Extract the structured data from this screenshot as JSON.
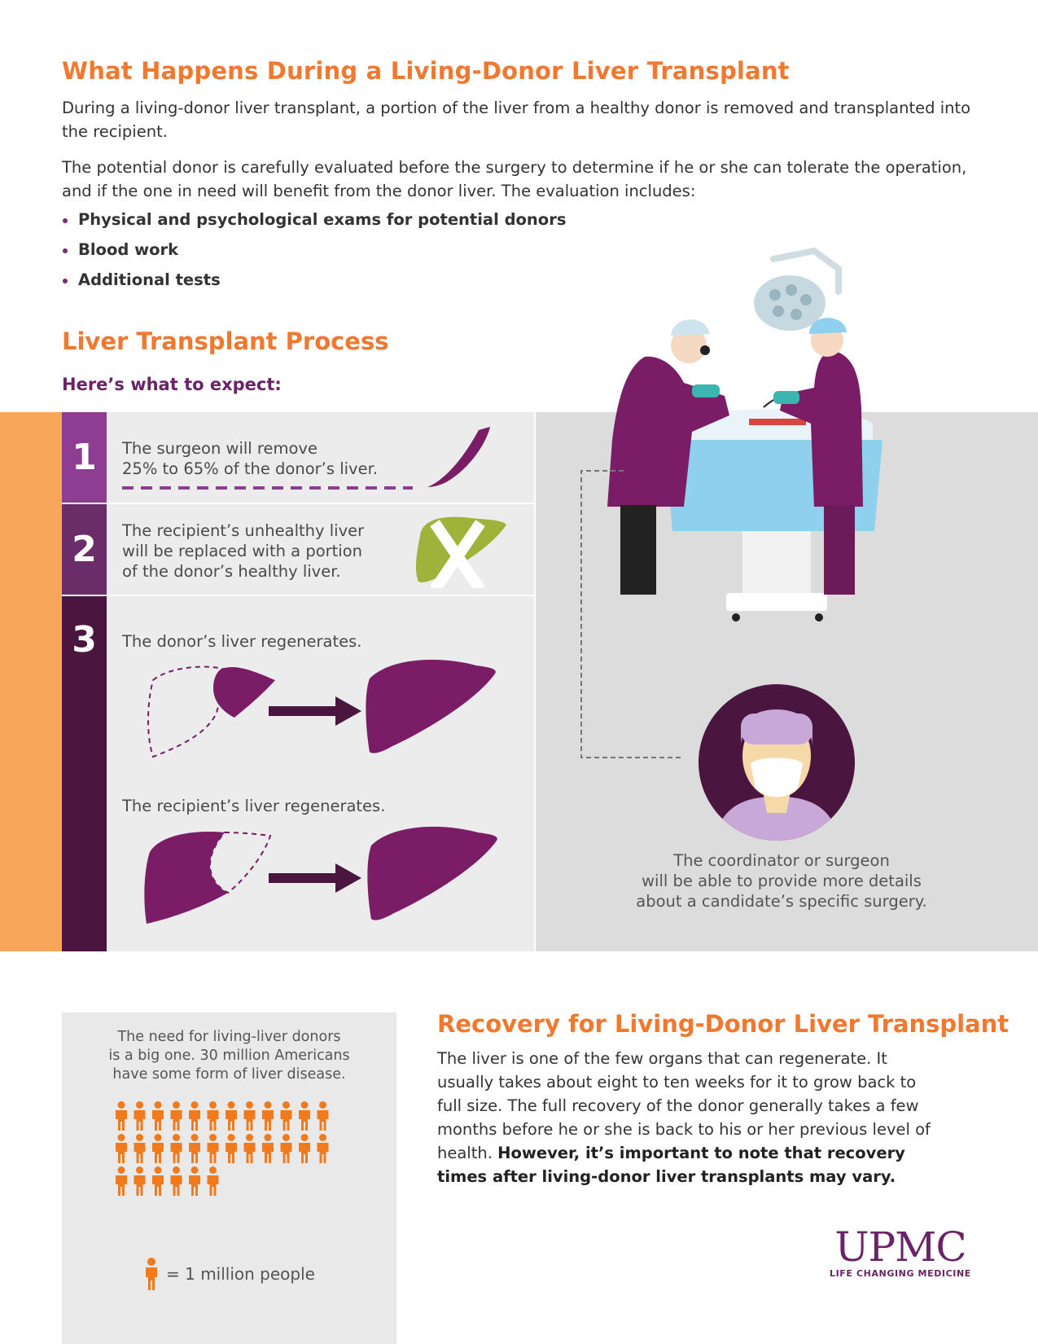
{
  "header": {
    "title": "What Happens During a Living-Donor Liver Transplant",
    "intro_1": "During a living-donor liver transplant, a portion of the liver from a healthy donor is removed and transplanted into the recipient.",
    "intro_2": "The potential donor is carefully evaluated before the surgery to determine if he or she can tolerate the operation, and if the one in need will benefit from the donor liver. The evaluation includes:",
    "bullets": [
      "Physical and psychological exams for potential donors",
      "Blood work",
      "Additional tests"
    ]
  },
  "process": {
    "title": "Liver Transplant Process",
    "subtitle": "Here’s what to expect:",
    "steps": [
      {
        "number": "1",
        "lines": [
          "The surgeon will remove",
          "25% to 65% of the donor’s liver."
        ]
      },
      {
        "number": "2",
        "lines": [
          "The recipient’s unhealthy liver",
          "will be replaced with a portion",
          "of the donor’s healthy liver."
        ]
      },
      {
        "number": "3",
        "donor_line": "The donor’s liver regenerates.",
        "recipient_line": "The recipient’s liver regenerates."
      }
    ],
    "coordinator_lines": [
      "The coordinator or surgeon",
      "will be able to provide more details",
      "about a candidate’s specific surgery."
    ]
  },
  "need": {
    "lines": [
      "The need for living-liver donors",
      "is a big one. 30 million Americans",
      "have some form of liver disease."
    ],
    "people_count": 30,
    "legend": "= 1 million people"
  },
  "recovery": {
    "title": "Recovery for Living-Donor Liver Transplant",
    "text": "The liver is one of the few organs that can regenerate. It usually takes about eight to ten weeks for it to grow back to full size. The full recovery of the donor generally takes a few months before he or she is back to his or her previous level of health.",
    "bold_text": "However, it’s important to note that recovery times after living-donor liver transplants may vary."
  },
  "logo": {
    "name": "UPMC",
    "tagline": "LIFE CHANGING MEDICINE"
  },
  "colors": {
    "orange": "#f0782f",
    "purple": "#6b2368",
    "orange_band": "#f7a65a",
    "liver_purple": "#7a1d66",
    "liver_green": "#9fb23a",
    "person_orange": "#f07a1e"
  }
}
